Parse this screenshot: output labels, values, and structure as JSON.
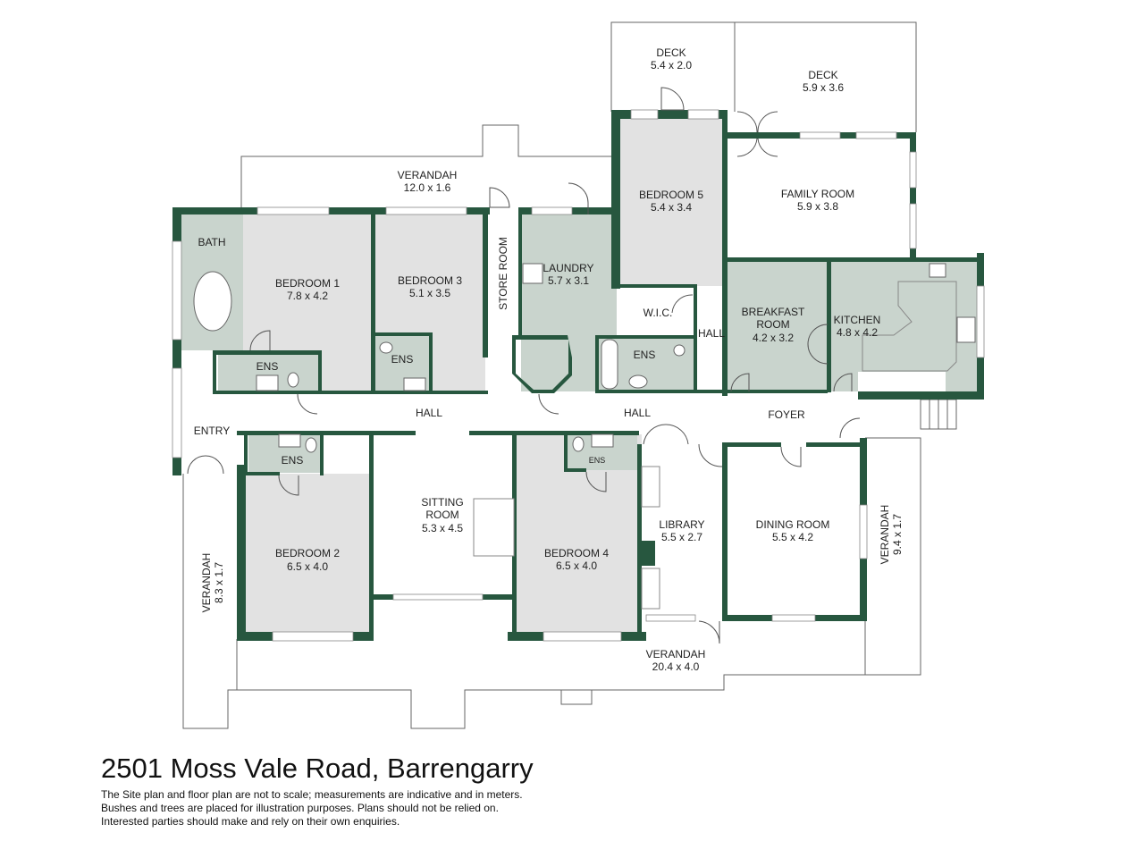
{
  "title": "2501 Moss Vale Road, Barrengarry",
  "notes": [
    "The Site plan and floor plan are not to scale; measurements are indicative and in meters.",
    "Bushes and trees are placed for illustration purposes. Plans should not be relied on.",
    "Interested parties should make and rely on their own enquiries."
  ],
  "rooms": {
    "deck1": {
      "name": "DECK",
      "size": "5.4 x 2.0"
    },
    "deck2": {
      "name": "DECK",
      "size": "5.9 x 3.6"
    },
    "verandah_top": {
      "name": "VERANDAH",
      "size": "12.0 x 1.6"
    },
    "bedroom5": {
      "name": "BEDROOM 5",
      "size": "5.4 x 3.4"
    },
    "family": {
      "name": "FAMILY ROOM",
      "size": "5.9 x 3.8"
    },
    "bath": {
      "name": "BATH"
    },
    "bedroom1": {
      "name": "BEDROOM 1",
      "size": "7.8 x 4.2"
    },
    "bedroom3": {
      "name": "BEDROOM 3",
      "size": "5.1 x 3.5"
    },
    "store": {
      "name": "STORE ROOM"
    },
    "laundry": {
      "name": "LAUNDRY",
      "size": "5.7 x 3.1"
    },
    "wic": {
      "name": "W.I.C."
    },
    "hall_small": {
      "name": "HALL"
    },
    "breakfast": {
      "name1": "BREAKFAST",
      "name2": "ROOM",
      "size": "4.2 x 3.2"
    },
    "kitchen": {
      "name": "KITCHEN",
      "size": "4.8 x 4.2"
    },
    "ens1": {
      "name": "ENS"
    },
    "ens3": {
      "name": "ENS"
    },
    "ens5": {
      "name": "ENS"
    },
    "hall1": {
      "name": "HALL"
    },
    "hall2": {
      "name": "HALL"
    },
    "foyer": {
      "name": "FOYER"
    },
    "entry": {
      "name": "ENTRY"
    },
    "ens2": {
      "name": "ENS"
    },
    "ens4": {
      "name": "ENS"
    },
    "bedroom2": {
      "name": "BEDROOM 2",
      "size": "6.5 x 4.0"
    },
    "sitting": {
      "name1": "SITTING",
      "name2": "ROOM",
      "size": "5.3 x 4.5"
    },
    "bedroom4": {
      "name": "BEDROOM 4",
      "size": "6.5 x 4.0"
    },
    "library": {
      "name": "LIBRARY",
      "size": "5.5 x 2.7"
    },
    "dining": {
      "name": "DINING ROOM",
      "size": "5.5 x 4.2"
    },
    "verandah_left": {
      "name": "VERANDAH",
      "size": "8.3 x 1.7"
    },
    "verandah_right": {
      "name": "VERANDAH",
      "size": "9.4 x 1.7"
    },
    "verandah_bottom": {
      "name": "VERANDAH",
      "size": "20.4 x 4.0"
    }
  },
  "colors": {
    "wall": "#27573f",
    "dry_room": "#e2e2e2",
    "wet_room": "#c9d4cd"
  }
}
